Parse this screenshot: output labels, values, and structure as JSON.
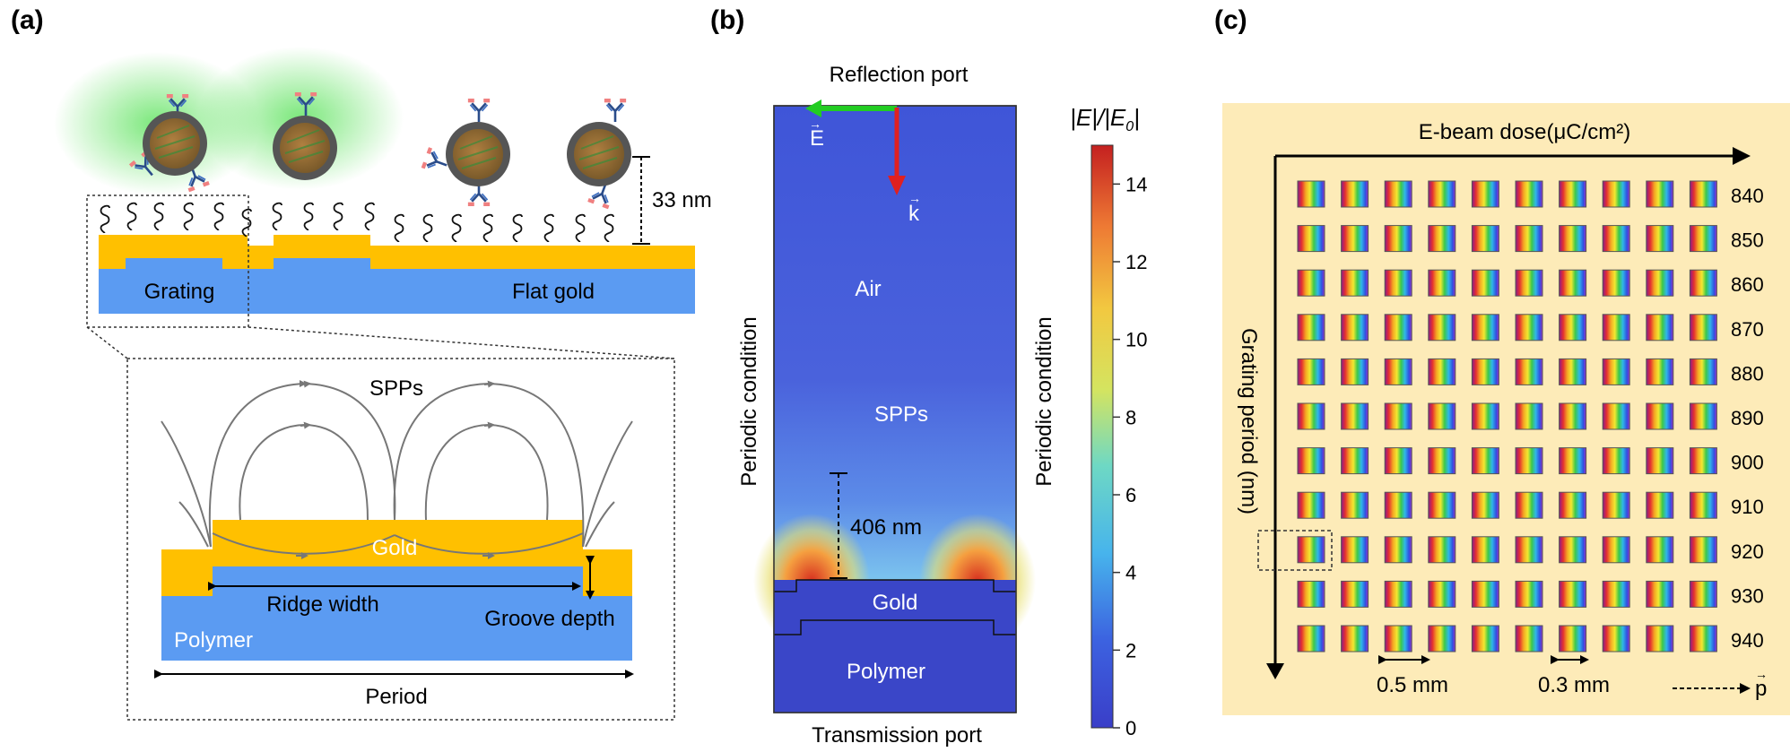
{
  "panel_a": {
    "label": "(a)",
    "height_label": "33 nm",
    "grating_label": "Grating",
    "flat_label": "Flat gold",
    "spps_label": "SPPs",
    "gold_label": "Gold",
    "ridge_label": "Ridge width",
    "groove_label": "Groove depth",
    "polymer_label": "Polymer",
    "period_label": "Period",
    "colors": {
      "gold": "#FFC000",
      "polymer": "#5B9BF2",
      "glow": "#5DE05D"
    }
  },
  "panel_b": {
    "label": "(b)",
    "reflection_label": "Reflection port",
    "transmission_label": "Transmission port",
    "periodic_left": "Periodic condition",
    "periodic_right": "Periodic condition",
    "e_vector": "E",
    "k_vector": "k",
    "air_label": "Air",
    "spps_label": "SPPs",
    "distance_label": "406 nm",
    "gold_label": "Gold",
    "polymer_label": "Polymer",
    "colorbar_title": "|E|/|E0|",
    "colorbar_ticks": [
      "0",
      "2",
      "4",
      "6",
      "8",
      "10",
      "12",
      "14"
    ],
    "colorbar_max": 15
  },
  "panel_c": {
    "label": "(c)",
    "x_axis_label": "E-beam dose(μC/cm²)",
    "y_axis_label": "Grating period (nm)",
    "row_labels": [
      "840",
      "850",
      "860",
      "870",
      "880",
      "890",
      "900",
      "910",
      "920",
      "930",
      "940"
    ],
    "columns": 10,
    "dim1": "0.5 mm",
    "dim2": "0.3 mm",
    "p_vector": "p",
    "background": "#FDEBB8"
  }
}
